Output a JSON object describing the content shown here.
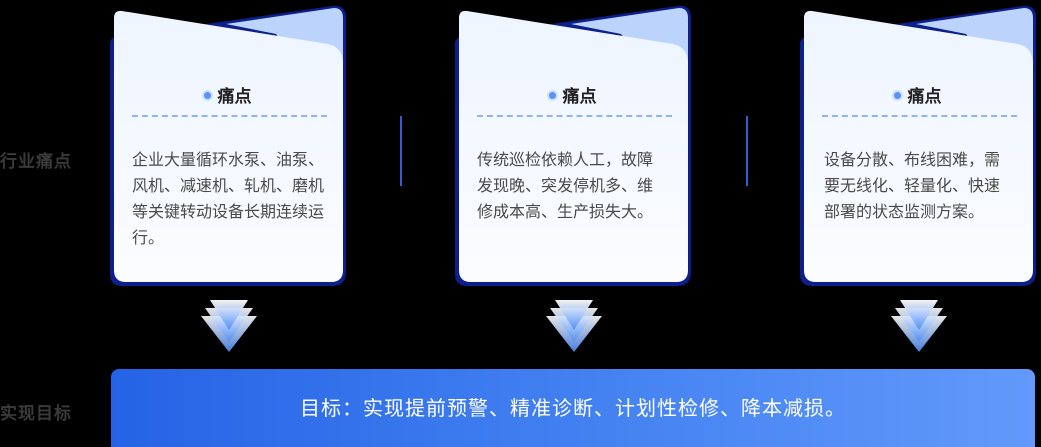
{
  "labels": {
    "pain_points": "行业痛点",
    "goal": "实现目标"
  },
  "cards": [
    {
      "title": "痛点",
      "body": "企业大量循环水泵、油泵、风机、减速机、轧机、磨机等关键转动设备长期连续运行。"
    },
    {
      "title": "痛点",
      "body": "传统巡检依赖人工，故障发现晚、突发停机多、维修成本高、生产损失大。"
    },
    {
      "title": "痛点",
      "body": "设备分散、布线困难，需要无线化、轻量化、快速部署的状态监测方案。"
    }
  ],
  "banner": {
    "text": "目标：实现提前预警、精准诊断、计划性检修、降本减损。"
  },
  "colors": {
    "card_border": "#0c1f8a",
    "card_fill": "#eef5ff",
    "card_fold": "#bcd3fb",
    "accent_dot": "#5b93f5",
    "dash": "#8cb4f7",
    "banner_start": "#2563e6",
    "banner_end": "#6299fb"
  }
}
